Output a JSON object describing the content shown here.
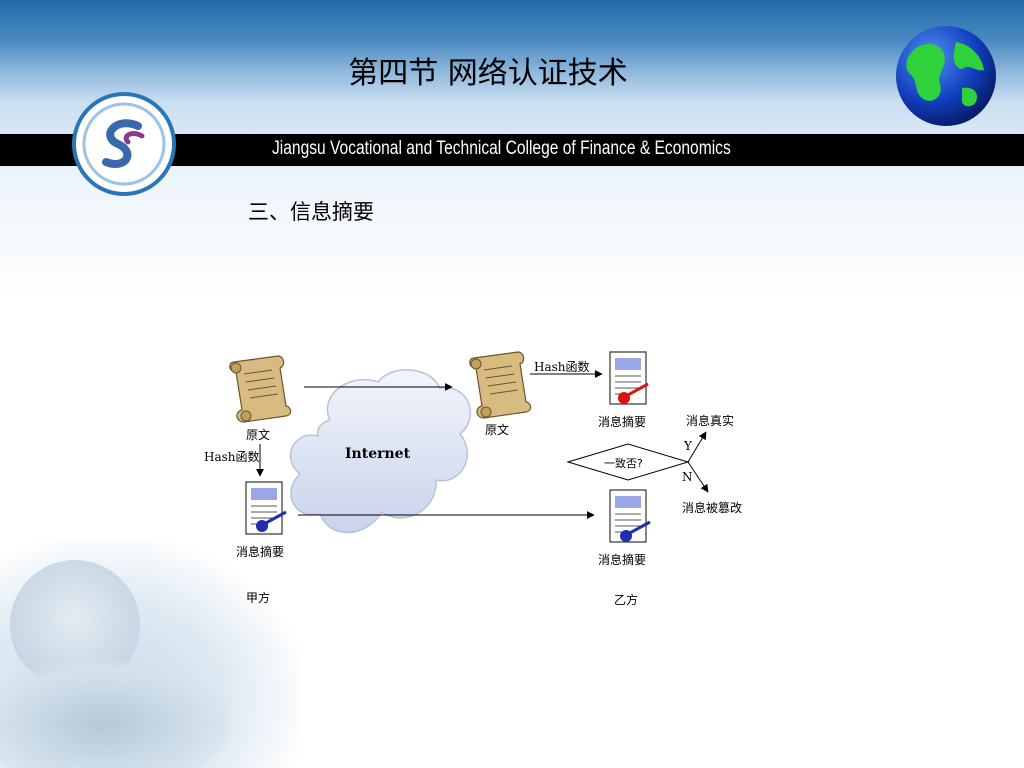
{
  "header": {
    "title": "第四节 网络认证技术",
    "college": "Jiangsu Vocational and Technical College of Finance & Economics"
  },
  "section": {
    "heading": "三、信息摘要"
  },
  "diagram": {
    "cloud_label": "Internet",
    "left": {
      "original_label": "原文",
      "hash_label": "Hash函数",
      "digest_label": "消息摘要",
      "party_label": "甲方"
    },
    "right": {
      "original_label": "原文",
      "hash_label": "Hash函数",
      "digest_top_label": "消息摘要",
      "digest_bottom_label": "消息摘要",
      "party_label": "乙方"
    },
    "decision": {
      "question": "一致否?",
      "yes": "Y",
      "no": "N",
      "yes_result": "消息真实",
      "no_result": "消息被篡改"
    },
    "colors": {
      "scroll": "#d2b57a",
      "digest_box": "#9aa7e6",
      "seal_left": "#1f2fb0",
      "seal_right_top": "#e01010",
      "seal_right_bottom": "#1f2fb0"
    }
  }
}
